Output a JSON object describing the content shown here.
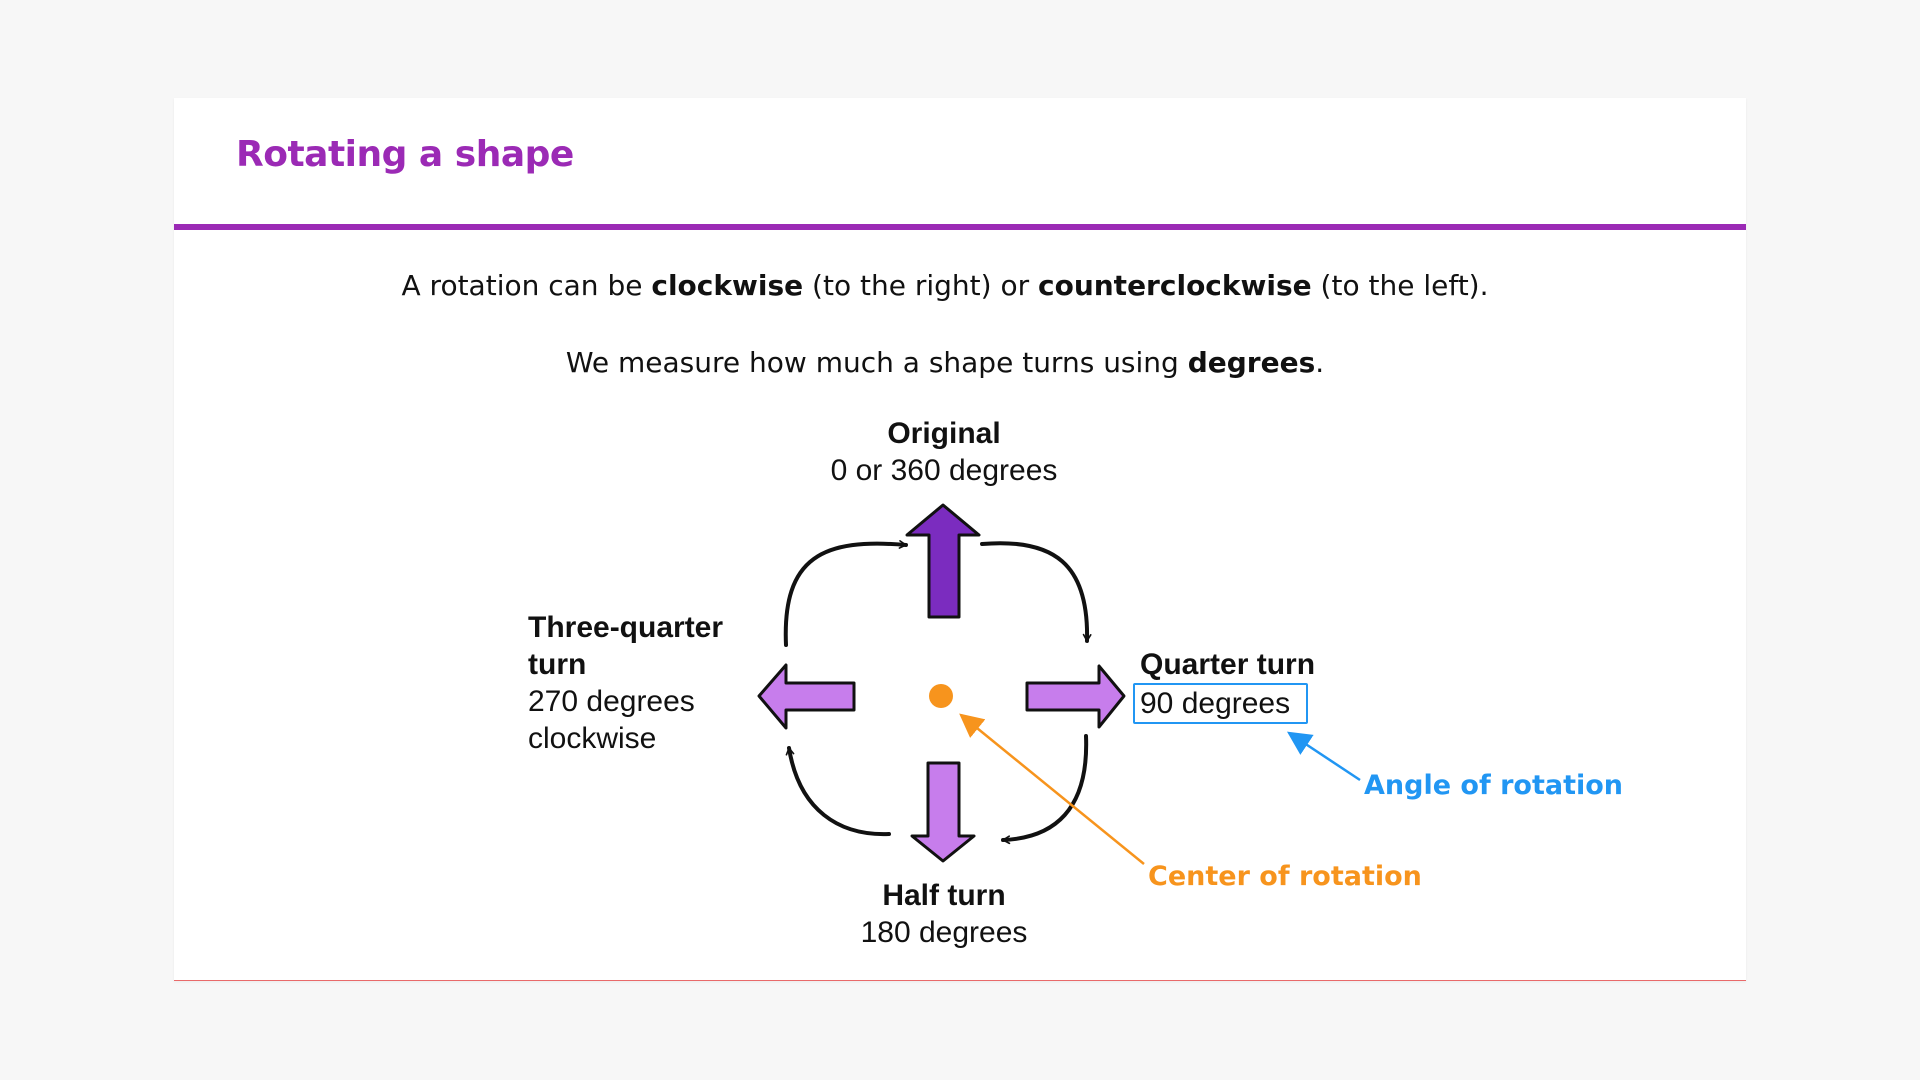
{
  "slide": {
    "title": "Rotating a shape",
    "intro_line1": {
      "part1": "A rotation can be ",
      "bold1": "clockwise",
      "part2": " (to the right) or ",
      "bold2": "counterclockwise",
      "part3": " (to the left)."
    },
    "intro_line2": {
      "part1": "We measure how much a shape turns using ",
      "bold1": "degrees",
      "part2": "."
    }
  },
  "diagram": {
    "original": {
      "heading": "Original",
      "detail": "0 or 360 degrees"
    },
    "quarter": {
      "heading": "Quarter turn",
      "detail": "90 degrees"
    },
    "half": {
      "heading": "Half turn",
      "detail": "180 degrees"
    },
    "three_quarter": {
      "heading_line1": "Three-quarter",
      "heading_line2": "turn",
      "detail_line1": "270 degrees",
      "detail_line2": "clockwise"
    },
    "callout_angle": "Angle of rotation",
    "callout_center": "Center of rotation"
  },
  "colors": {
    "title_purple": "#9b2ab5",
    "arrow_dark_purple": "#7b2cbf",
    "arrow_light_purple": "#c77dec",
    "center_orange": "#f7941d",
    "angle_blue": "#2196f3"
  },
  "icons": [
    "up-arrow-icon",
    "right-arrow-icon",
    "down-arrow-icon",
    "left-arrow-icon",
    "clockwise-curve-arrow-icon",
    "center-dot-icon"
  ]
}
